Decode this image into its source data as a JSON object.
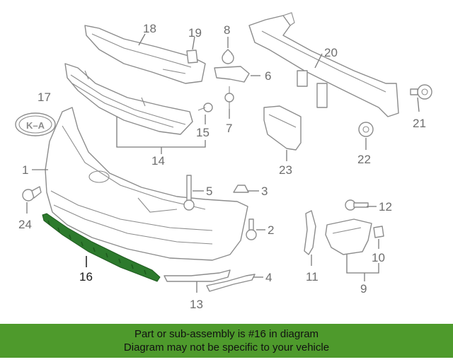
{
  "callouts": {
    "c1": "1",
    "c2": "2",
    "c3": "3",
    "c4": "4",
    "c5": "5",
    "c6": "6",
    "c7": "7",
    "c8": "8",
    "c9": "9",
    "c10": "10",
    "c11": "11",
    "c12": "12",
    "c13": "13",
    "c14": "14",
    "c15": "15",
    "c16": "16",
    "c17": "17",
    "c18": "18",
    "c19": "19",
    "c20": "20",
    "c21": "21",
    "c22": "22",
    "c23": "23",
    "c24": "24"
  },
  "highlighted_part": "16",
  "colors": {
    "highlight": "#2d7a2d",
    "banner": "#4e9a2c",
    "line": "#8c8c8c"
  },
  "banner": {
    "line1": "Part or sub-assembly is #16 in diagram",
    "line2": "Diagram may not be specific to your vehicle"
  }
}
